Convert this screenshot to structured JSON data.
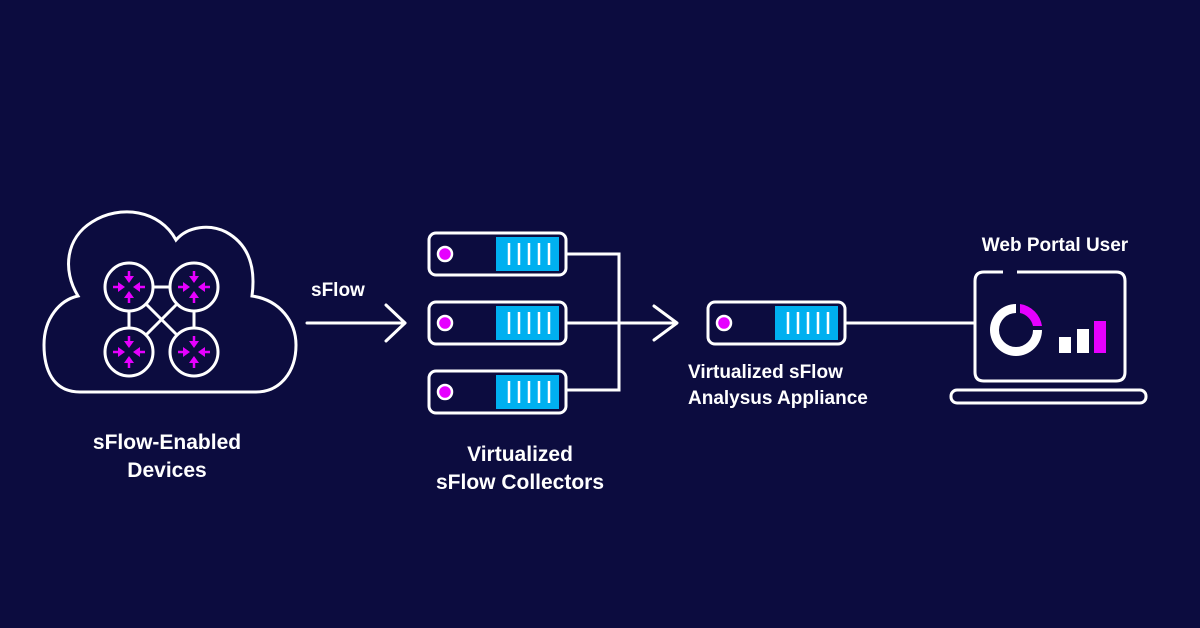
{
  "colors": {
    "background": "#0c0c3f",
    "stroke": "#ffffff",
    "accent_magenta": "#e600ff",
    "accent_blue": "#00b0f0"
  },
  "nodes": {
    "devices": {
      "label_line1": "sFlow-Enabled",
      "label_line2": "Devices",
      "icon": "cloud-with-routers-icon",
      "router_count": 4
    },
    "collectors": {
      "label_line1": "Virtualized",
      "label_line2": "sFlow Collectors",
      "icon": "server-stack-icon",
      "server_count": 3
    },
    "appliance": {
      "label_line1": "Virtualized sFlow",
      "label_line2": "Analysus Appliance",
      "icon": "server-icon"
    },
    "user": {
      "label": "Web Portal User",
      "icon": "laptop-dashboard-icon"
    }
  },
  "edges": [
    {
      "from": "devices",
      "to": "collectors",
      "label": "sFlow",
      "style": "arrow"
    },
    {
      "from": "collectors",
      "to": "appliance",
      "label": "",
      "style": "arrow"
    },
    {
      "from": "appliance",
      "to": "user",
      "label": "",
      "style": "line"
    }
  ]
}
